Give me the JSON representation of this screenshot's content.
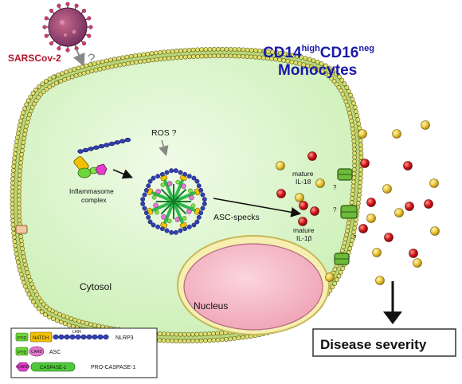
{
  "virus": {
    "label": "SARSCov-2",
    "question": "?"
  },
  "cell_title": {
    "cd14": "CD14",
    "high": "high",
    "cd16": "CD16",
    "neg": "neg",
    "line2": "Monocytes"
  },
  "labels": {
    "ros": "ROS ?",
    "inflammasome_line1": "Inflammasome",
    "inflammasome_line2": "complex",
    "asc_specks": "ASC-specks",
    "mature_il18_line1": "mature",
    "mature_il18_line2": "IL-18",
    "mature_il1b_line1": "mature",
    "mature_il1b_line2": "IL-1β",
    "cytosol": "Cytosol",
    "nucleus": "Nucleus",
    "q1": "?",
    "q2": "?",
    "q3": "?"
  },
  "outcome": {
    "label": "Disease severity"
  },
  "legend": {
    "row1": {
      "pyd": "PYD",
      "nacht": "NATCH",
      "lrr": "LRR",
      "name": "NLRP3"
    },
    "row2": {
      "pyd": "PYD",
      "card": "CARD",
      "name": "ASC"
    },
    "row3": {
      "card": "CARD",
      "caspase": "CASPASE-1",
      "name": "PRO-CASPASE-1"
    }
  },
  "colors": {
    "cytosol": "#d9f5c8",
    "membrane_bead": "#dfe070",
    "nucleus": "#f3b8c6",
    "il18": "#e8c43a",
    "il1b": "#d3161c",
    "title": "#1a1aa8",
    "virus_label": "#b0142a"
  }
}
